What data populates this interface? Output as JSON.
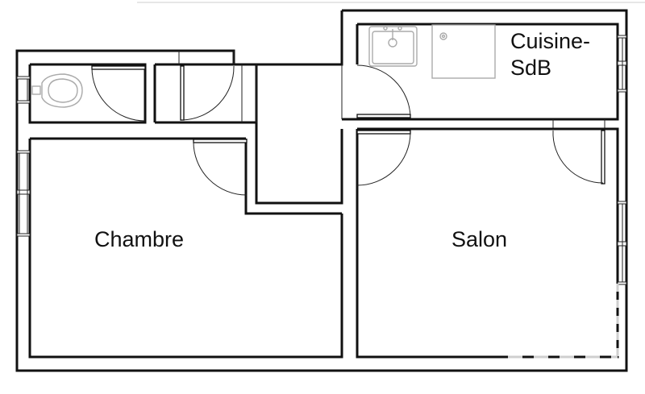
{
  "plan": {
    "rooms": [
      {
        "id": "cuisine-sdb",
        "label": "Cuisine-\nSdB"
      },
      {
        "id": "chambre",
        "label": "Chambre"
      },
      {
        "id": "salon",
        "label": "Salon"
      }
    ],
    "fixtures": [
      "toilet",
      "sink",
      "shower"
    ],
    "colors": {
      "wall": "#111111",
      "fixture": "#aaaaaa",
      "background": "#ffffff"
    }
  }
}
